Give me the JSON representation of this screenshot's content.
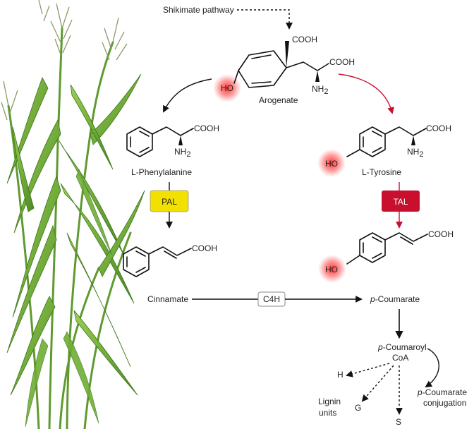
{
  "source": {
    "label": "Shikimate pathway"
  },
  "arogenate": {
    "name": "Arogenate",
    "groups": {
      "cooh_top": "COOH",
      "cooh_side": "COOH",
      "nh2": "NH2",
      "ho": "HO"
    }
  },
  "phenylalanine": {
    "name_prefix": "L",
    "name": "-Phenylalanine",
    "cooh": "COOH",
    "nh2": "NH2"
  },
  "tyrosine": {
    "name_prefix": "L",
    "name": "-Tyrosine",
    "cooh": "COOH",
    "nh2": "NH2",
    "ho": "HO"
  },
  "enzymes": {
    "pal": {
      "label": "PAL",
      "color": "#f2e000"
    },
    "tal": {
      "label": "TAL",
      "color": "#c8102e"
    },
    "c4h": {
      "label": "C4H"
    }
  },
  "cinnamate": {
    "name": "Cinnamate",
    "cooh": "COOH"
  },
  "p_coumarate": {
    "prefix": "p",
    "name": "-Coumarate",
    "cooh": "COOH",
    "ho": "HO"
  },
  "p_coumaroyl_coa": {
    "line1_prefix": "p",
    "line1": "-Coumaroyl",
    "line2": "CoA"
  },
  "conjugation": {
    "line1_prefix": "p",
    "line1": "-Coumarate",
    "line2": "conjugation"
  },
  "lignin": {
    "line1": "Lignin",
    "line2": "units",
    "h": "H",
    "g": "G",
    "s": "S"
  },
  "colors": {
    "red_arrow": "#c8102e",
    "glow": "#ff3b3b",
    "grass_dark": "#3f7f1f",
    "grass_light": "#8cc04a"
  }
}
